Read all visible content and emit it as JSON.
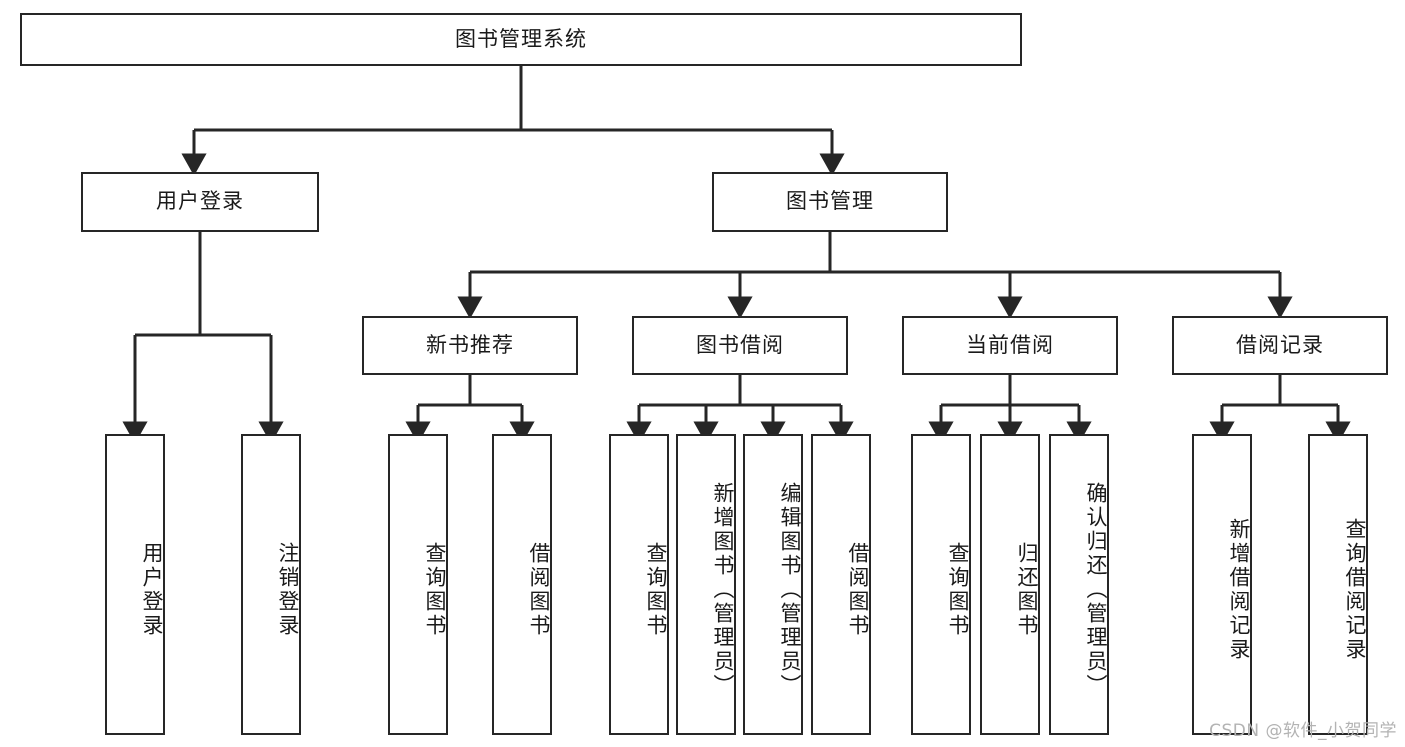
{
  "diagram": {
    "title": "图书管理系统",
    "type": "functional-hierarchy-tree",
    "watermark": "CSDN @软件_小贺同学",
    "colors": {
      "stroke": "#262626",
      "fill": "#ffffff",
      "text": "#1a1a1a",
      "watermark": "#b3b3b3"
    },
    "levels": {
      "root": {
        "label": "图书管理系统",
        "orientation": "horizontal"
      },
      "level2": [
        {
          "id": "user-login",
          "label": "用户登录",
          "orientation": "horizontal"
        },
        {
          "id": "book-manage",
          "label": "图书管理",
          "orientation": "horizontal"
        }
      ],
      "level3": [
        {
          "id": "new-book-recommend",
          "label": "新书推荐",
          "orientation": "horizontal",
          "parent": "book-manage"
        },
        {
          "id": "book-borrow",
          "label": "图书借阅",
          "orientation": "horizontal",
          "parent": "book-manage"
        },
        {
          "id": "current-borrow",
          "label": "当前借阅",
          "orientation": "horizontal",
          "parent": "book-manage"
        },
        {
          "id": "borrow-record",
          "label": "借阅记录",
          "orientation": "horizontal",
          "parent": "book-manage"
        }
      ],
      "leaves": [
        {
          "id": "leaf-user-login",
          "label": "用户登录",
          "orientation": "vertical",
          "parent": "user-login"
        },
        {
          "id": "leaf-user-logout",
          "label": "注销登录",
          "orientation": "vertical",
          "parent": "user-login"
        },
        {
          "id": "leaf-query-book-1",
          "label": "查询图书",
          "orientation": "vertical",
          "parent": "new-book-recommend"
        },
        {
          "id": "leaf-borrow-book-1",
          "label": "借阅图书",
          "orientation": "vertical",
          "parent": "new-book-recommend"
        },
        {
          "id": "leaf-query-book-2",
          "label": "查询图书",
          "orientation": "vertical",
          "parent": "book-borrow"
        },
        {
          "id": "leaf-add-book",
          "label": "新增图书（管理员）",
          "orientation": "vertical",
          "parent": "book-borrow"
        },
        {
          "id": "leaf-edit-book",
          "label": "编辑图书（管理员）",
          "orientation": "vertical",
          "parent": "book-borrow"
        },
        {
          "id": "leaf-borrow-book-2",
          "label": "借阅图书",
          "orientation": "vertical",
          "parent": "book-borrow"
        },
        {
          "id": "leaf-query-book-3",
          "label": "查询图书",
          "orientation": "vertical",
          "parent": "current-borrow"
        },
        {
          "id": "leaf-return-book",
          "label": "归还图书",
          "orientation": "vertical",
          "parent": "current-borrow"
        },
        {
          "id": "leaf-confirm-return",
          "label": "确认归还（管理员）",
          "orientation": "vertical",
          "parent": "current-borrow"
        },
        {
          "id": "leaf-add-record",
          "label": "新增借阅记录",
          "orientation": "vertical",
          "parent": "borrow-record"
        },
        {
          "id": "leaf-query-record",
          "label": "查询借阅记录",
          "orientation": "vertical",
          "parent": "borrow-record"
        }
      ]
    }
  }
}
